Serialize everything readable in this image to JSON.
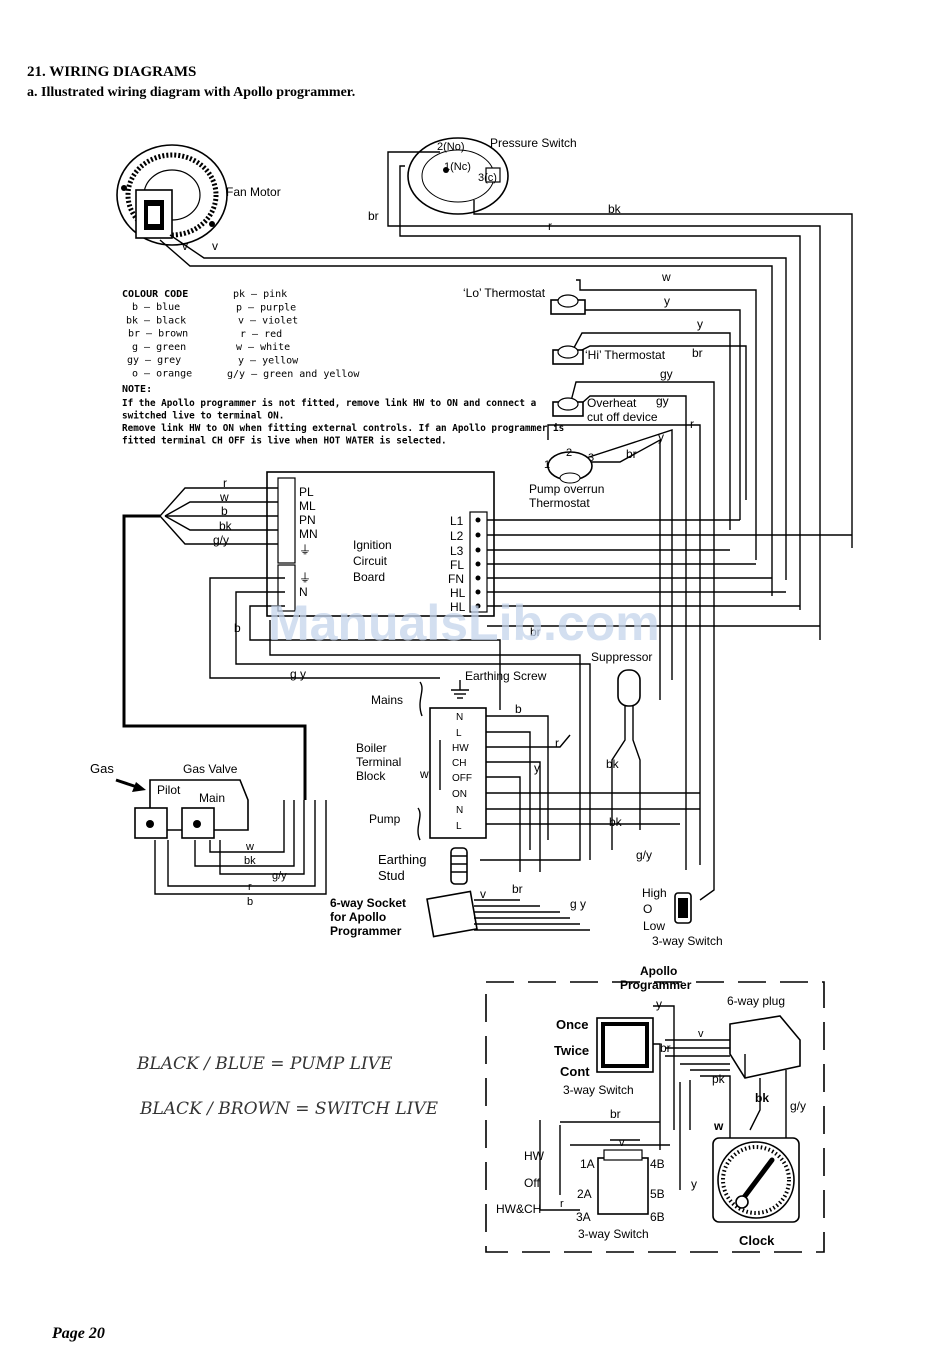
{
  "header": {
    "section": "21. WIRING DIAGRAMS",
    "subtitle": "a. Illustrated wiring diagram with Apollo programmer."
  },
  "components": {
    "fan_motor": "Fan Motor",
    "pressure_switch": "Pressure Switch",
    "ps_terminals": [
      "2(No)",
      "1(Nc)",
      "3(c)"
    ],
    "lo_thermostat": "‘Lo’ Thermostat",
    "hi_thermostat": "‘Hi’ Thermostat",
    "overheat": [
      "Overheat",
      "cut off device"
    ],
    "pump_overrun": [
      "Pump overrun",
      "Thermostat"
    ],
    "pump_overrun_terminals": [
      "1",
      "2",
      "3"
    ],
    "ignition_board": [
      "Ignition",
      "Circuit",
      "Board"
    ],
    "suppressor": "Suppressor",
    "earthing_screw": "Earthing Screw",
    "mains": "Mains",
    "boiler_terminal_block": [
      "Boiler",
      "Terminal",
      "Block"
    ],
    "pump": "Pump",
    "earthing_stud": [
      "Earthing",
      "Stud"
    ],
    "socket": [
      "6-way Socket",
      "for Apollo",
      "Programmer"
    ],
    "three_way_switch": "3-way Switch",
    "switch_positions": [
      "High",
      "O",
      "Low"
    ],
    "gas": "Gas",
    "gas_valve": "Gas Valve",
    "pilot": "Pilot",
    "main": "Main"
  },
  "board_left_terminals": [
    "PL",
    "ML",
    "PN",
    "MN",
    "⏚"
  ],
  "board_left_lower_terminals": [
    "⏚",
    "N"
  ],
  "board_right_terminals": [
    "L1",
    "L2",
    "L3",
    "FL",
    "FN",
    "HL",
    "HL"
  ],
  "terminal_block_terminals": [
    "N",
    "L",
    "HW",
    "CH",
    "OFF",
    "ON",
    "N",
    "L"
  ],
  "colour_code": {
    "heading": "COLOUR CODE",
    "left": [
      "b – blue",
      "bk – black",
      "br – brown",
      "g – green",
      "gy – grey",
      "o – orange"
    ],
    "right": [
      "pk – pink",
      "p – purple",
      "v – violet",
      "r – red",
      "w – white",
      "y – yellow",
      "g/y – green and yellow"
    ]
  },
  "note": {
    "heading": "NOTE:",
    "lines": [
      "If the Apollo programmer is not fitted, remove link HW to ON and connect a",
      "switched live to terminal ON.",
      "Remove link HW to ON when fitting external controls. If an Apollo programmer is",
      "fitted terminal CH OFF is live when HOT WATER is selected."
    ]
  },
  "wire_labels": {
    "fan_v1": "v",
    "fan_v2": "v",
    "ps_br": "br",
    "ps_bk": "bk",
    "ps_r": "r",
    "lo_w": "w",
    "lo_y": "y",
    "hi_y": "y",
    "hi_br": "br",
    "hi_gy": "gy",
    "oh_gy": "gy",
    "po_y": "y",
    "po_r": "r",
    "po_br": "br",
    "bus": [
      "r",
      "w",
      "b",
      "bk",
      "g/y"
    ],
    "board_b": "b",
    "board_br": "br",
    "board_gy": "g y",
    "tb_b": "b",
    "tb_r": "r",
    "tb_w": "w",
    "tb_y": "y",
    "tb_bk1": "bk",
    "tb_bk2": "bk",
    "tb_gy": "g/y",
    "gv": [
      "w",
      "bk",
      "g/y",
      "r",
      "b"
    ],
    "sock_v": "v",
    "sock_br": "br",
    "sock_gy": "g y"
  },
  "programmer": {
    "title": [
      "Apollo",
      "Programmer"
    ],
    "switch1_positions": [
      "Once",
      "Twice",
      "Cont"
    ],
    "switch1_label": "3-way Switch",
    "plug": "6-way plug",
    "switch2_positions": [
      "HW",
      "Off",
      "HW&CH"
    ],
    "switch2_terminals": [
      "1A",
      "4B",
      "2A",
      "5B",
      "3A",
      "6B"
    ],
    "switch2_label": "3-way Switch",
    "clock": "Clock",
    "wires": {
      "y1": "y",
      "br1": "br",
      "v1": "v",
      "pk": "pk",
      "bk": "bk",
      "gy": "g/y",
      "br2": "br",
      "w": "w",
      "v2": "v",
      "y2": "y",
      "r": "r"
    }
  },
  "handwriting": [
    "BLACK / BLUE = PUMP LIVE",
    "BLACK / BROWN = SWITCH LIVE"
  ],
  "watermark": "ManualsLib.com",
  "footer": {
    "page": "Page 20"
  }
}
